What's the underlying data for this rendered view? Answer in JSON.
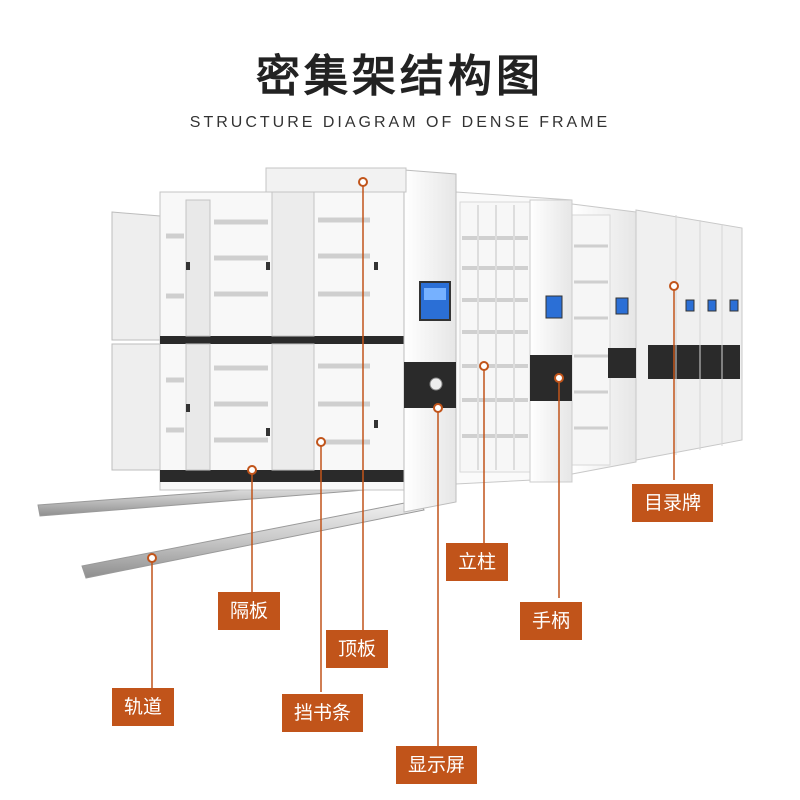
{
  "title": "密集架结构图",
  "subtitle": "STRUCTURE DIAGRAM OF DENSE FRAME",
  "accent_color": "#c1541a",
  "screen_color": "#2b6fd6",
  "labels": [
    {
      "id": "track",
      "text": "轨道"
    },
    {
      "id": "shelf-board",
      "text": "隔板"
    },
    {
      "id": "top-board",
      "text": "顶板"
    },
    {
      "id": "stop-bar",
      "text": "挡书条"
    },
    {
      "id": "display-screen",
      "text": "显示屏"
    },
    {
      "id": "column",
      "text": "立柱"
    },
    {
      "id": "handle",
      "text": "手柄"
    },
    {
      "id": "catalog-plate",
      "text": "目录牌"
    }
  ]
}
